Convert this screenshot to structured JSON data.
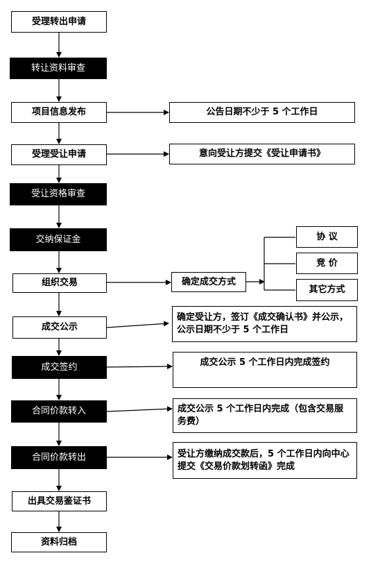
{
  "steps": [
    "受理转出申请",
    "转让资料审查",
    "项目信息发布",
    "受理受让申请",
    "受让资格审查",
    "交纳保证金",
    "组织交易",
    "成交公示",
    "成交签约",
    "合同价款转入",
    "合同价款转出",
    "出具交易鉴证书",
    "资料归档"
  ],
  "notes": {
    "publish_period": "公告日期不少于 5 个工作日",
    "intent_submit": "意向受让方提交《受让申请书》",
    "trade_method": "确定成交方式",
    "confirm_buyer": "确定受让方，签订《成交确认书》并公示，公示日期不少于 5 个工作日",
    "sign_deadline": "成交公示 5 个工作日内完成签约",
    "payment_in": "成交公示 5 个工作日内完成（包含交易服务费）",
    "payment_out": "受让方缴纳成交款后，5 个工作日内向中心提交《交易价款划转函》完成"
  },
  "trade_options": [
    "协 议",
    "竞 价",
    "其它方式"
  ],
  "colors": {
    "line": "#000000",
    "dark_fill": "#000000",
    "light_fill": "#ffffff"
  }
}
